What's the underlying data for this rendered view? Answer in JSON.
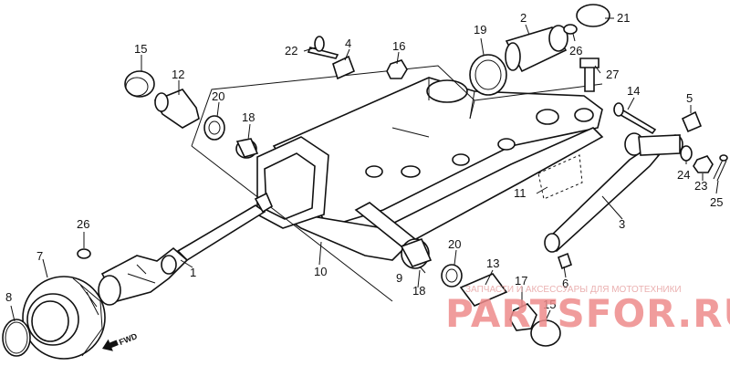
{
  "diagram": {
    "callouts": [
      {
        "id": "c1",
        "text": "1"
      },
      {
        "id": "c2",
        "text": "2"
      },
      {
        "id": "c3",
        "text": "3"
      },
      {
        "id": "c4",
        "text": "4"
      },
      {
        "id": "c5",
        "text": "5"
      },
      {
        "id": "c6",
        "text": "6"
      },
      {
        "id": "c7",
        "text": "7"
      },
      {
        "id": "c8",
        "text": "8"
      },
      {
        "id": "c9",
        "text": "9"
      },
      {
        "id": "c10",
        "text": "10"
      },
      {
        "id": "c11",
        "text": "11"
      },
      {
        "id": "c12",
        "text": "12"
      },
      {
        "id": "c13",
        "text": "13"
      },
      {
        "id": "c14",
        "text": "14"
      },
      {
        "id": "c15a",
        "text": "15"
      },
      {
        "id": "c15b",
        "text": "15"
      },
      {
        "id": "c16",
        "text": "16"
      },
      {
        "id": "c17",
        "text": "17"
      },
      {
        "id": "c18a",
        "text": "18"
      },
      {
        "id": "c18b",
        "text": "18"
      },
      {
        "id": "c19",
        "text": "19"
      },
      {
        "id": "c20a",
        "text": "20"
      },
      {
        "id": "c20b",
        "text": "20"
      },
      {
        "id": "c21",
        "text": "21"
      },
      {
        "id": "c22",
        "text": "22"
      },
      {
        "id": "c23",
        "text": "23"
      },
      {
        "id": "c24",
        "text": "24"
      },
      {
        "id": "c25",
        "text": "25"
      },
      {
        "id": "c26a",
        "text": "26"
      },
      {
        "id": "c26b",
        "text": "26"
      },
      {
        "id": "c27",
        "text": "27"
      }
    ],
    "direction_marker": "FWD"
  },
  "watermark": {
    "tagline": "ЗАПЧАСТИ И АКСЕССУАРЫ ДЛЯ МОТОТЕХНИКИ",
    "brand": "PARTSFOR.RU",
    "color": "#ee8b8b"
  }
}
